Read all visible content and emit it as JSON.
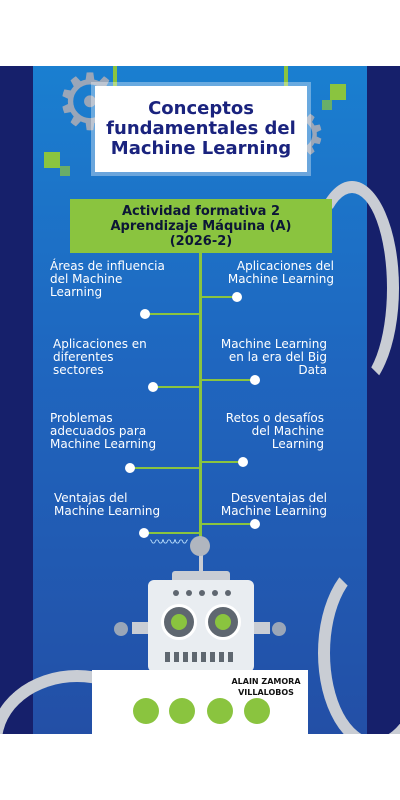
{
  "title": "Conceptos\nfundamentales del\nMachine Learning",
  "subtitle": "Actividad formativa 2\nAprendizaje Máquina (A)\n(2026-2)",
  "topics_left": [
    "Áreas de influencia\ndel Machine\nLearning",
    "Aplicaciones en\ndiferentes\nsectores",
    "Problemas\nadecuados para\nMachine Learning",
    "Ventajas del\nMachine Learning"
  ],
  "topics_right": [
    "Aplicaciones del\nMachine Learning",
    "Machine Learning\nen la era del Big\nData",
    "Retos o desafíos\ndel Machine\nLearning",
    "Desventajas del\nMachine Learning"
  ],
  "author": "ALAIN ZAMORA\nVILLALOBOS",
  "colors": {
    "accent_green": "#8ac43f",
    "title_text": "#1a237e",
    "background_blue": "#1f66bf",
    "side_navy": "#16206b"
  },
  "icons": [
    "gear-icon",
    "robot-illustration",
    "robotic-arm-icon"
  ]
}
